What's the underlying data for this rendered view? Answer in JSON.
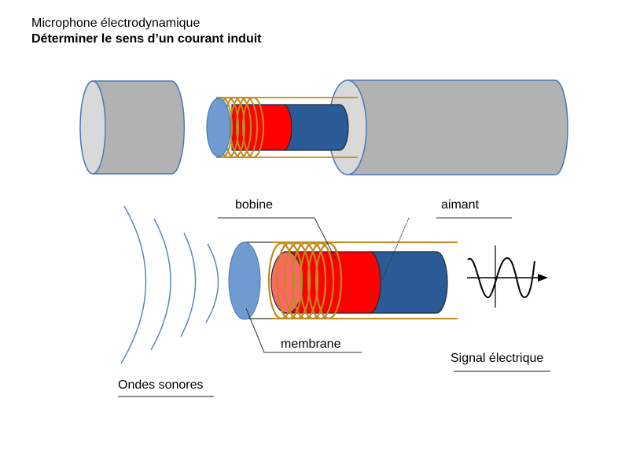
{
  "header": {
    "title": "Microphone électrodynamique",
    "subtitle": "Déterminer le sens d’un courant induit"
  },
  "labels": {
    "bobine": "bobine",
    "aimant": "aimant",
    "membrane": "membrane",
    "signal": "Signal électrique",
    "ondes": "Ondes sonores"
  },
  "colors": {
    "housing": "#b2b2b2",
    "housing_face": "#d9d9d9",
    "outline_blue": "#4a78b5",
    "membrane": "#6f9bd1",
    "magnet_red": "#ff0000",
    "magnet_red_face": "#ff6666",
    "magnet_blue": "#2a5b96",
    "coil": "#c08a1e",
    "wave": "#5e84c0"
  }
}
